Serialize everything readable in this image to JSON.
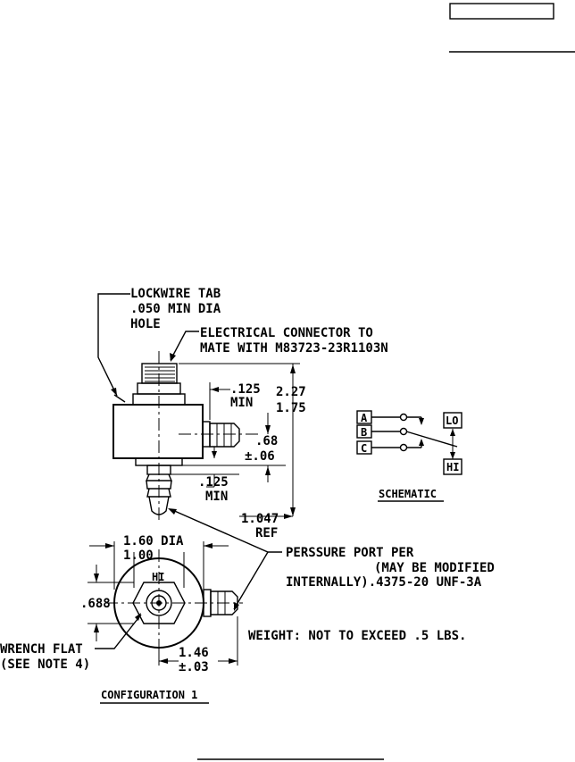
{
  "labels": {
    "lockwire_1": "LOCKWIRE TAB",
    "lockwire_2": ".050 MIN DIA",
    "lockwire_3": "HOLE",
    "connector_1": "ELECTRICAL CONNECTOR TO",
    "connector_2": "MATE WITH M83723-23R1103N",
    "dim_125_top": ".125",
    "dim_min_top": "MIN",
    "dim_227": "2.27",
    "dim_175": "1.75",
    "dim_68": ".68",
    "dim_06": "±.06",
    "dim_125_bot": ".125",
    "dim_min_bot": "MIN",
    "dim_1047": "1.047",
    "dim_ref": "REF",
    "dim_160": "1.60 DIA",
    "dim_100": "1.00",
    "dim_688": ".688",
    "hi_mark": "HI",
    "port_1": "PERSSURE PORT PER",
    "port_2": "(MAY BE MODIFIED",
    "port_3": "INTERNALLY).4375-20 UNF-3A",
    "wrench_1": "WRENCH FLAT",
    "wrench_2": "(SEE NOTE 4)",
    "dim_146": "1.46",
    "dim_03": "±.03",
    "weight": "WEIGHT: NOT TO EXCEED .5 LBS.",
    "schematic": "SCHEMATIC",
    "configuration": "CONFIGURATION 1",
    "pin_a": "A",
    "pin_b": "B",
    "pin_c": "C",
    "lo": "LO",
    "hi": "HI"
  }
}
